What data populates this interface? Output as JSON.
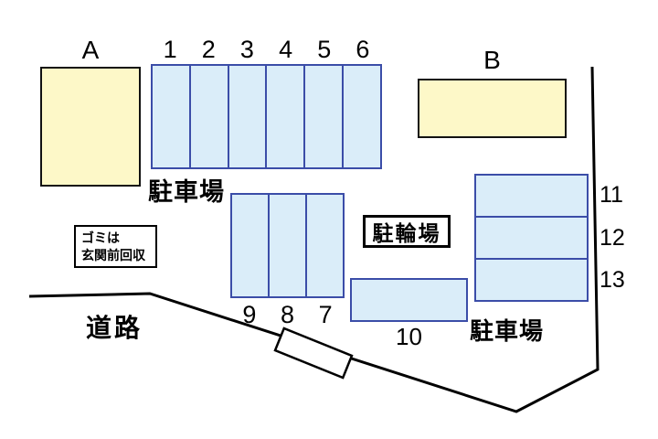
{
  "buildings": {
    "a": {
      "label": "A"
    },
    "b": {
      "label": "B"
    }
  },
  "lot_top": {
    "caption": "駐車場",
    "spaces": [
      "1",
      "2",
      "3",
      "4",
      "5",
      "6"
    ]
  },
  "lot_mid": {
    "spaces": [
      "9",
      "8",
      "7"
    ]
  },
  "space10": {
    "label": "10"
  },
  "lot_right": {
    "caption": "駐車場",
    "spaces": [
      "11",
      "12",
      "13"
    ]
  },
  "bike_parking": {
    "label": "駐輪場"
  },
  "garbage_note": {
    "line1": "ゴミは",
    "line2": "玄関前回収"
  },
  "road": {
    "label": "道路"
  },
  "colors": {
    "building_fill": "#fdf8c8",
    "space_fill": "#daedf9",
    "space_border": "#3b4da8",
    "boundary_line": "#000000"
  }
}
